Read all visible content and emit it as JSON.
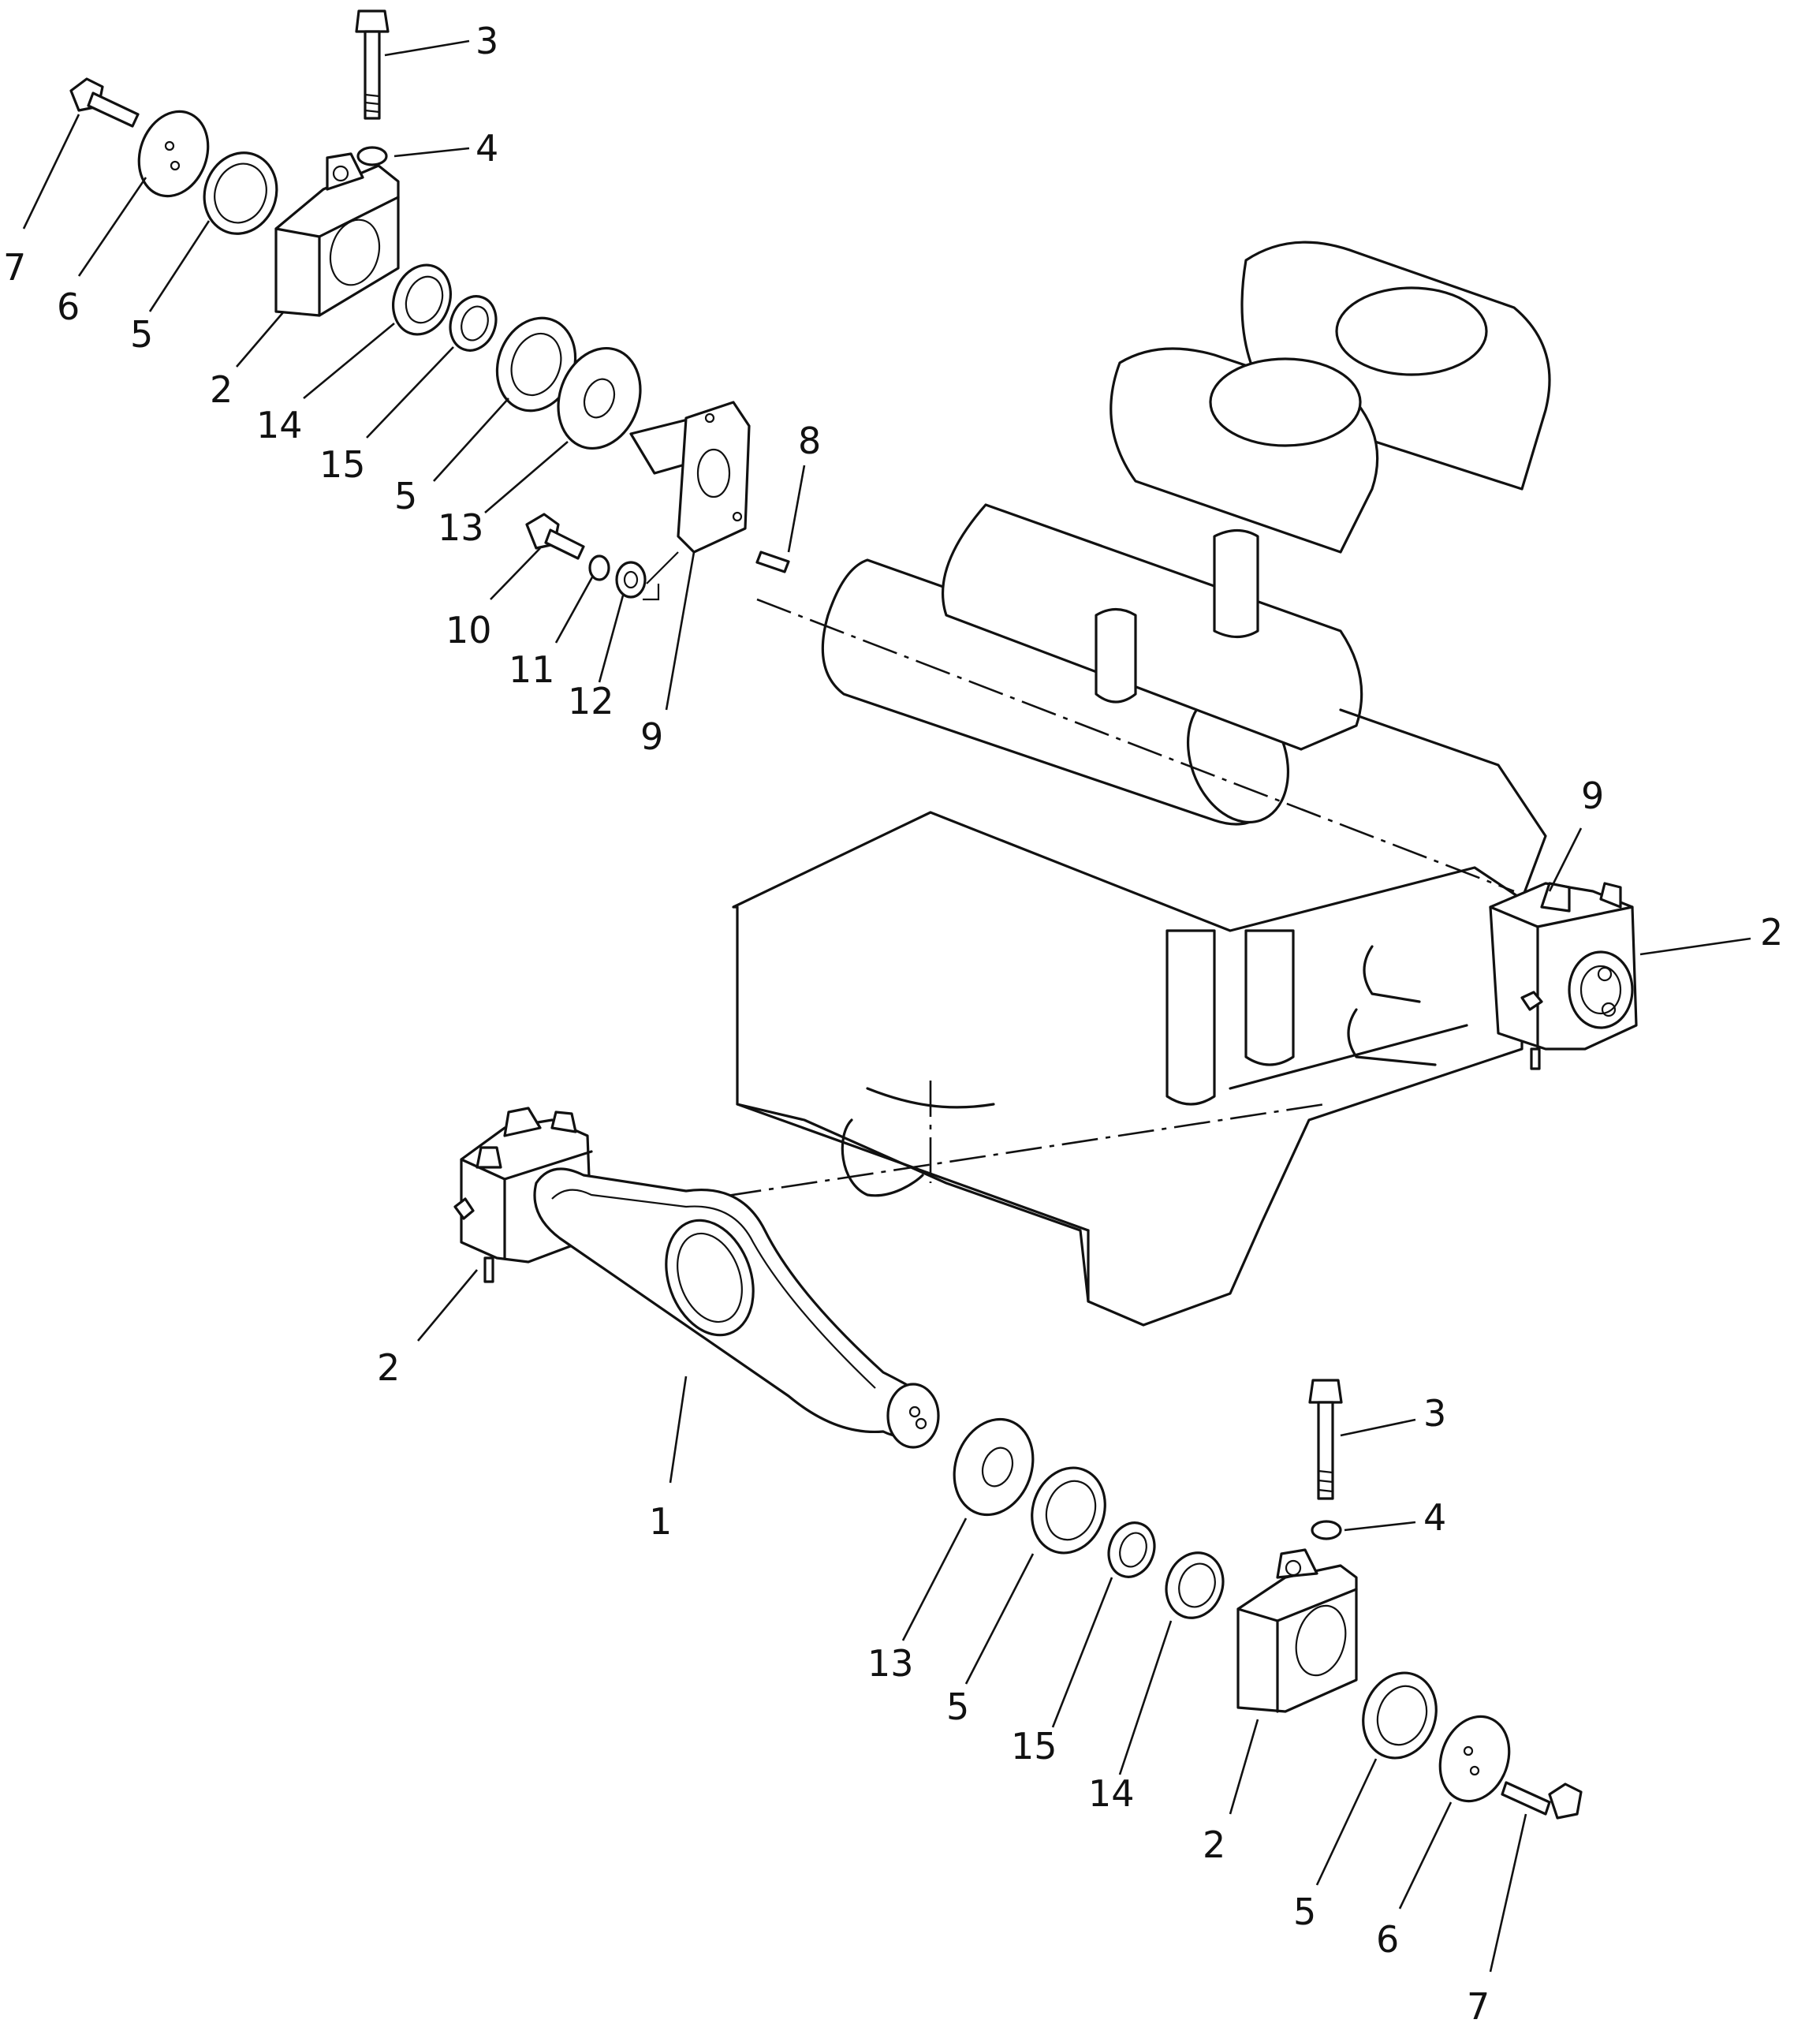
{
  "callouts": {
    "c01": "3",
    "c02": "4",
    "c03": "7",
    "c04": "6",
    "c05": "5",
    "c06": "2",
    "c07": "14",
    "c08": "15",
    "c09": "5",
    "c10": "13",
    "c11": "8",
    "c12": "10",
    "c13": "11",
    "c14": "12",
    "c15": "9",
    "c16": "9",
    "c17": "2",
    "c18": "2",
    "c19": "1",
    "c20": "3",
    "c21": "4",
    "c22": "13",
    "c23": "5",
    "c24": "15",
    "c25": "14",
    "c26": "2",
    "c27": "5",
    "c28": "6",
    "c29": "7"
  }
}
